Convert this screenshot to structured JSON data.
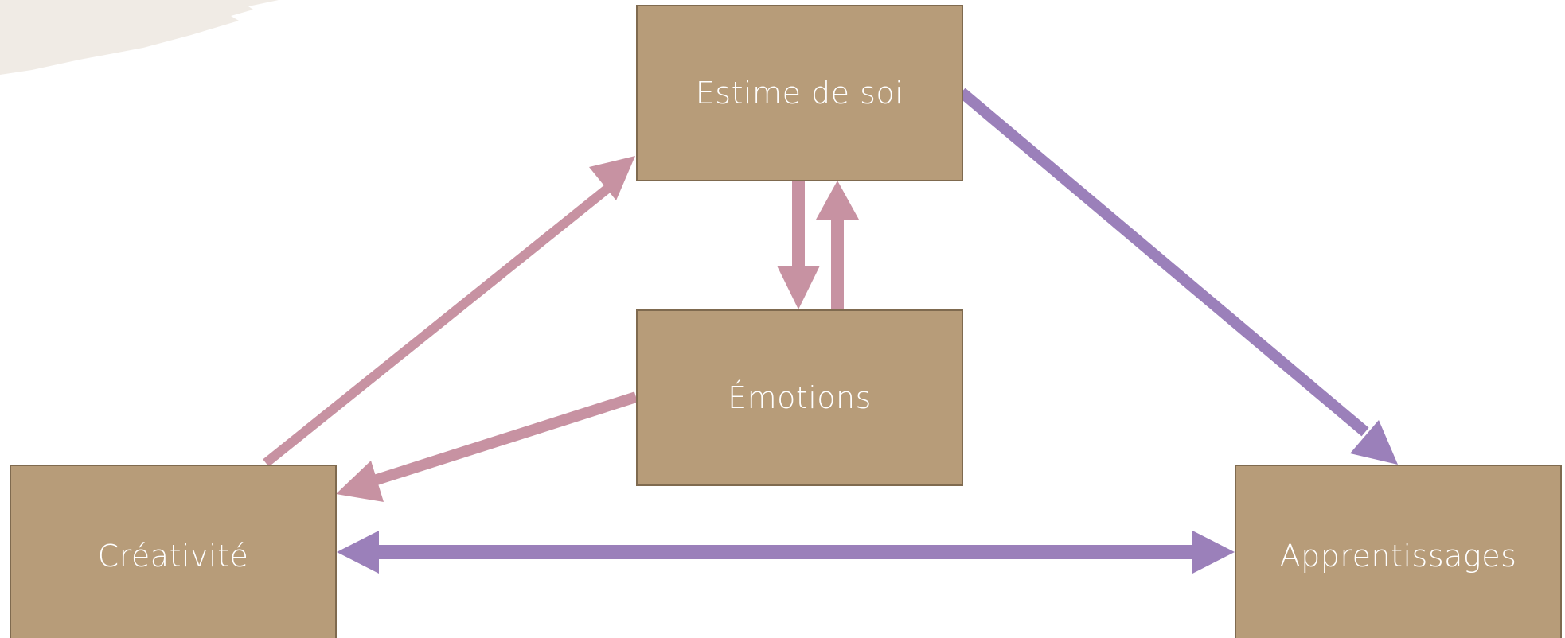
{
  "diagram": {
    "nodes": {
      "estime": {
        "label": "Estime de soi"
      },
      "emotions": {
        "label": "Émotions"
      },
      "creativite": {
        "label": "Créativité"
      },
      "apprentissages": {
        "label": "Apprentissages"
      }
    },
    "edges": [
      {
        "from": "creativite",
        "to": "estime",
        "style": "pink"
      },
      {
        "from": "estime",
        "to": "emotions",
        "style": "pink"
      },
      {
        "from": "emotions",
        "to": "estime",
        "style": "pink"
      },
      {
        "from": "emotions",
        "to": "creativite",
        "style": "pink"
      },
      {
        "from": "estime",
        "to": "apprentissages",
        "style": "purple"
      },
      {
        "from": "creativite",
        "to": "apprentissages",
        "style": "purple",
        "bidirectional": true
      }
    ],
    "colors": {
      "box_fill": "#b79c79",
      "box_border": "#7f6a4f",
      "box_text": "#ffffff",
      "arrow_pink": "#c792a2",
      "arrow_purple": "#9b80ba",
      "decor_beige": "#f0ebe5"
    }
  }
}
